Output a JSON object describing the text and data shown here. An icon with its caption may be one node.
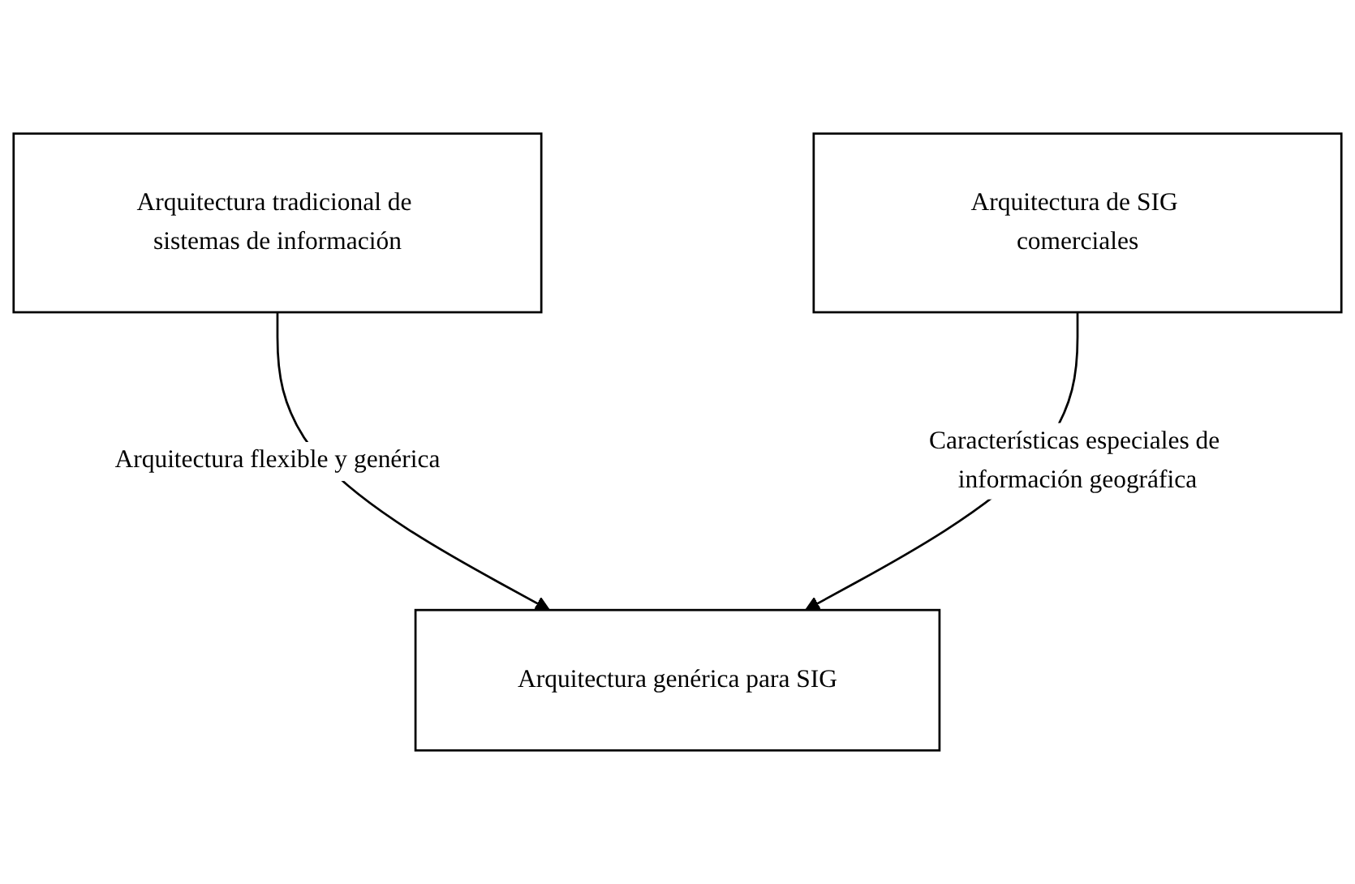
{
  "diagram": {
    "nodes": [
      {
        "text": [
          "Arquitectura tradicional de sistemas de información"
        ]
      },
      {
        "text": [
          "Arquitectura de SIG comerciales"
        ]
      },
      {
        "text": [
          "Arquitectura genérica para SIG"
        ]
      }
    ],
    "edges": [
      {
        "from": 0,
        "to": 2,
        "arrow": "to",
        "label": "Arquitectura flexible y genérica"
      },
      {
        "from": 1,
        "to": 2,
        "arrow": "to",
        "label": "Características especiales de información geográfica"
      }
    ]
  }
}
